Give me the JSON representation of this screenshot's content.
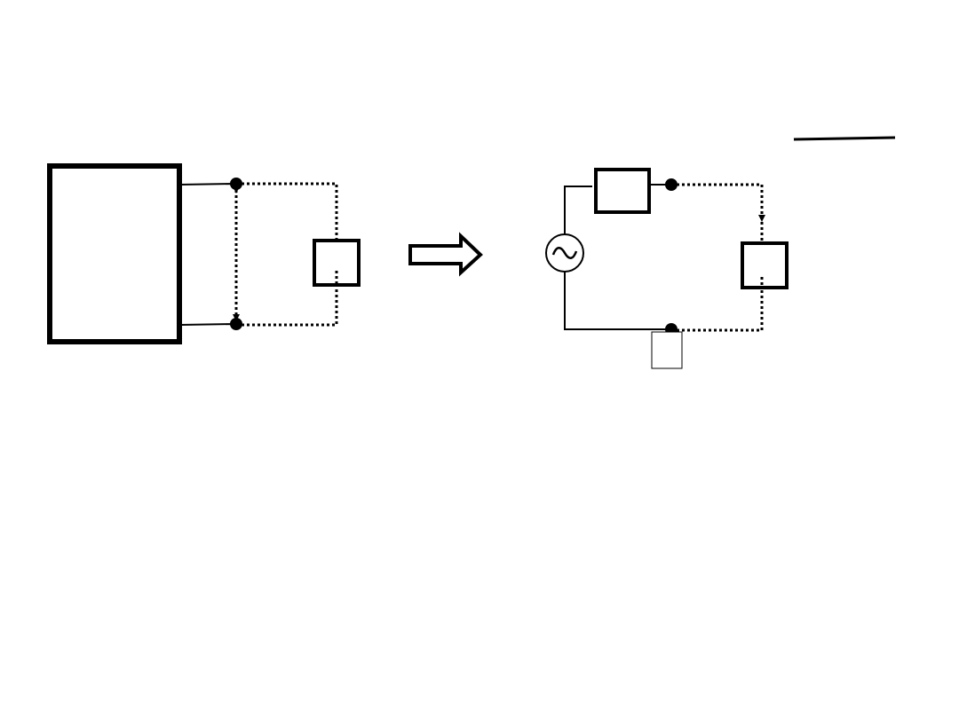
{
  "diagram": {
    "kind": "circuit-equivalence",
    "stroke_color": "#000000",
    "fill_color": "#ffffff",
    "left_circuit": {
      "network_block": {
        "label": ""
      },
      "load_impedance": {
        "label": ""
      }
    },
    "transform_arrow": {
      "icon": "hollow-right-arrow"
    },
    "right_circuit": {
      "source": {
        "icon": "ac-voltage-source",
        "symbol": "~"
      },
      "series_impedance": {
        "label": ""
      },
      "load_impedance": {
        "label": ""
      },
      "small_box": {
        "label": ""
      },
      "overline_mark": {
        "label": ""
      }
    }
  }
}
